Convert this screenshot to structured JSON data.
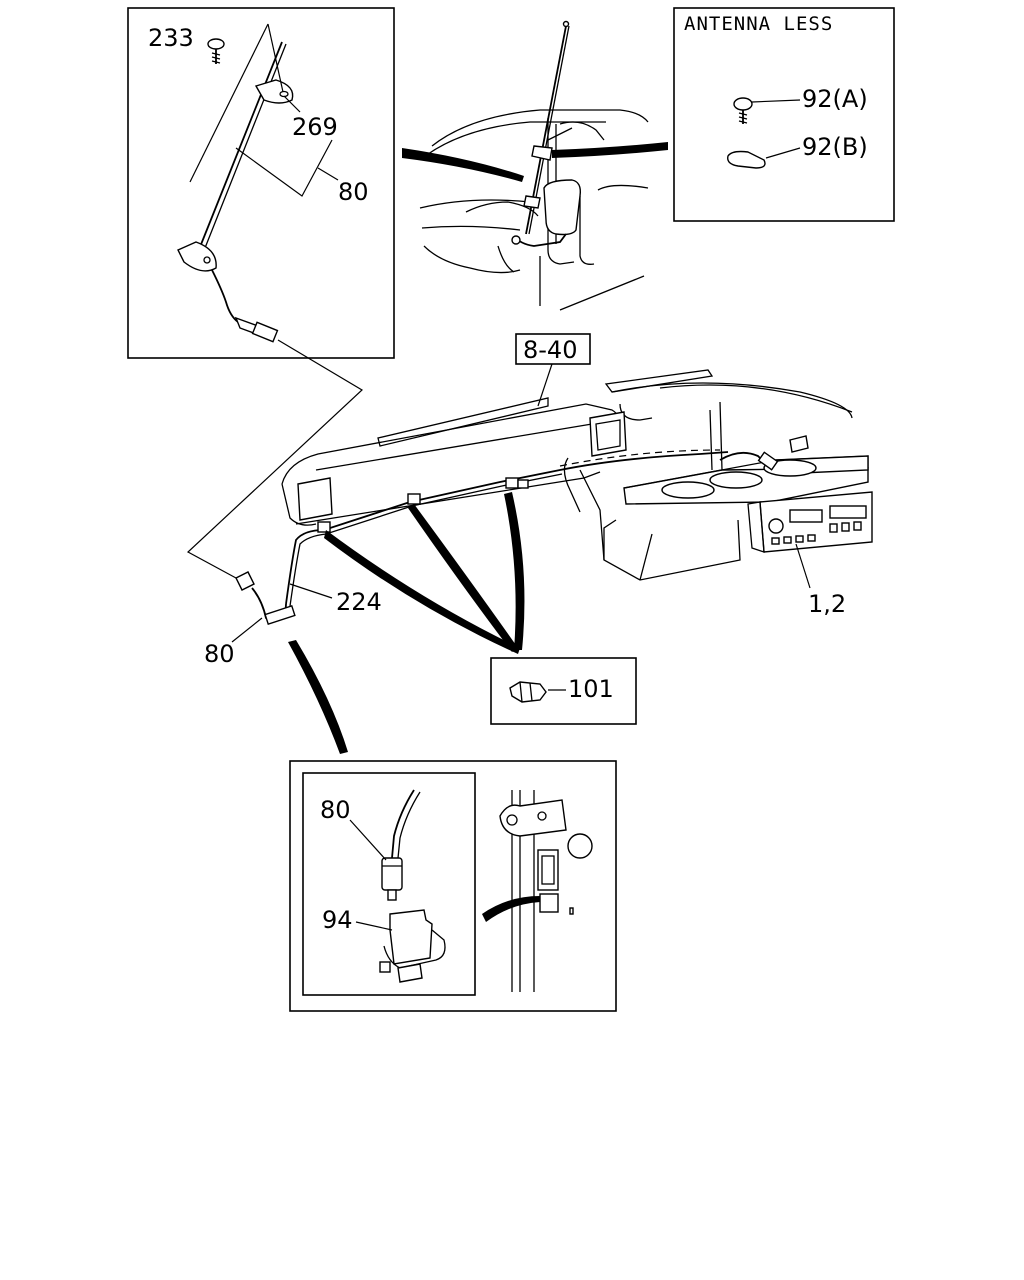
{
  "labels": {
    "antenna_less_title": "ANTENNA LESS",
    "ref_8_40": "8-40",
    "part_233": "233",
    "part_269": "269",
    "part_80_top": "80",
    "part_92a": "92(A)",
    "part_92b": "92(B)",
    "part_224": "224",
    "part_80_mid": "80",
    "part_101": "101",
    "part_1_2": "1,2",
    "part_80_detail": "80",
    "part_94": "94"
  }
}
